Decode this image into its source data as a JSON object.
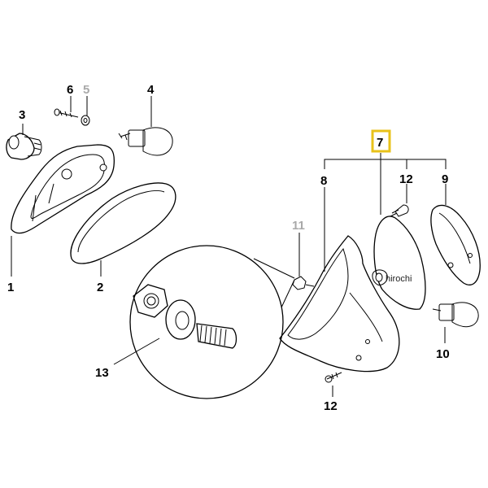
{
  "callouts": {
    "c1": "1",
    "c2": "2",
    "c3": "3",
    "c4": "4",
    "c5": "5",
    "c6": "6",
    "c7": "7",
    "c8": "8",
    "c9": "9",
    "c10": "10",
    "c11": "11",
    "c12a": "12",
    "c12b": "12",
    "c13": "13"
  },
  "watermark": "hirochi",
  "highlight_color": "#e8c21a",
  "faint_label_color": "#a9a9a9"
}
